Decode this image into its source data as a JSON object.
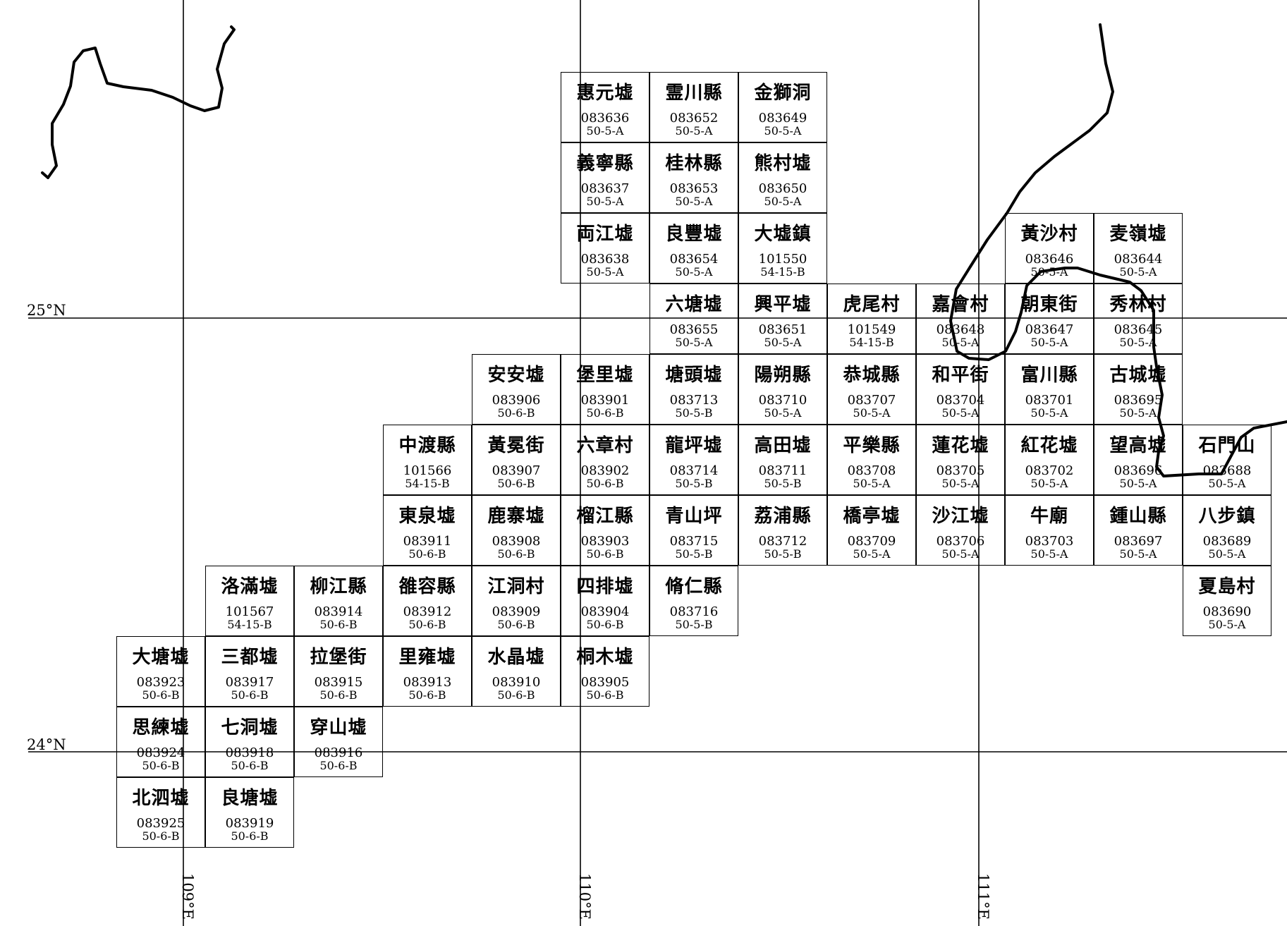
{
  "grid_labels": {
    "lat_25": "25°N",
    "lat_24": "24°N",
    "lon_109": "109°E",
    "lon_110": "110°E",
    "lon_111": "111°E"
  },
  "sheets": [
    {
      "name": "惠元墟",
      "code": "083636",
      "series": "50-5-A",
      "row": 0,
      "col": 5
    },
    {
      "name": "霊川縣",
      "code": "083652",
      "series": "50-5-A",
      "row": 0,
      "col": 6
    },
    {
      "name": "金獅洞",
      "code": "083649",
      "series": "50-5-A",
      "row": 0,
      "col": 7
    },
    {
      "name": "義寧縣",
      "code": "083637",
      "series": "50-5-A",
      "row": 1,
      "col": 5
    },
    {
      "name": "桂林縣",
      "code": "083653",
      "series": "50-5-A",
      "row": 1,
      "col": 6
    },
    {
      "name": "熊村墟",
      "code": "083650",
      "series": "50-5-A",
      "row": 1,
      "col": 7
    },
    {
      "name": "両江墟",
      "code": "083638",
      "series": "50-5-A",
      "row": 2,
      "col": 5
    },
    {
      "name": "良豐墟",
      "code": "083654",
      "series": "50-5-A",
      "row": 2,
      "col": 6
    },
    {
      "name": "大墟鎮",
      "code": "101550",
      "series": "54-15-B",
      "row": 2,
      "col": 7
    },
    {
      "name": "黃沙村",
      "code": "083646",
      "series": "50-5-A",
      "row": 2,
      "col": 10
    },
    {
      "name": "麦嶺墟",
      "code": "083644",
      "series": "50-5-A",
      "row": 2,
      "col": 11
    },
    {
      "name": "六塘墟",
      "code": "083655",
      "series": "50-5-A",
      "row": 3,
      "col": 6
    },
    {
      "name": "興平墟",
      "code": "083651",
      "series": "50-5-A",
      "row": 3,
      "col": 7
    },
    {
      "name": "虎尾村",
      "code": "101549",
      "series": "54-15-B",
      "row": 3,
      "col": 8
    },
    {
      "name": "嘉會村",
      "code": "083648",
      "series": "50-5-A",
      "row": 3,
      "col": 9
    },
    {
      "name": "朝東街",
      "code": "083647",
      "series": "50-5-A",
      "row": 3,
      "col": 10
    },
    {
      "name": "秀林村",
      "code": "083645",
      "series": "50-5-A",
      "row": 3,
      "col": 11
    },
    {
      "name": "安安墟",
      "code": "083906",
      "series": "50-6-B",
      "row": 4,
      "col": 4
    },
    {
      "name": "堡里墟",
      "code": "083901",
      "series": "50-6-B",
      "row": 4,
      "col": 5
    },
    {
      "name": "塘頭墟",
      "code": "083713",
      "series": "50-5-B",
      "row": 4,
      "col": 6
    },
    {
      "name": "陽朔縣",
      "code": "083710",
      "series": "50-5-A",
      "row": 4,
      "col": 7
    },
    {
      "name": "恭城縣",
      "code": "083707",
      "series": "50-5-A",
      "row": 4,
      "col": 8
    },
    {
      "name": "和平街",
      "code": "083704",
      "series": "50-5-A",
      "row": 4,
      "col": 9
    },
    {
      "name": "富川縣",
      "code": "083701",
      "series": "50-5-A",
      "row": 4,
      "col": 10
    },
    {
      "name": "古城墟",
      "code": "083695",
      "series": "50-5-A",
      "row": 4,
      "col": 11
    },
    {
      "name": "中渡縣",
      "code": "101566",
      "series": "54-15-B",
      "row": 5,
      "col": 3
    },
    {
      "name": "黃冕街",
      "code": "083907",
      "series": "50-6-B",
      "row": 5,
      "col": 4
    },
    {
      "name": "六章村",
      "code": "083902",
      "series": "50-6-B",
      "row": 5,
      "col": 5
    },
    {
      "name": "龍坪墟",
      "code": "083714",
      "series": "50-5-B",
      "row": 5,
      "col": 6
    },
    {
      "name": "高田墟",
      "code": "083711",
      "series": "50-5-B",
      "row": 5,
      "col": 7
    },
    {
      "name": "平樂縣",
      "code": "083708",
      "series": "50-5-A",
      "row": 5,
      "col": 8
    },
    {
      "name": "蓮花墟",
      "code": "083705",
      "series": "50-5-A",
      "row": 5,
      "col": 9
    },
    {
      "name": "紅花墟",
      "code": "083702",
      "series": "50-5-A",
      "row": 5,
      "col": 10
    },
    {
      "name": "望高墟",
      "code": "083696",
      "series": "50-5-A",
      "row": 5,
      "col": 11
    },
    {
      "name": "石門山",
      "code": "083688",
      "series": "50-5-A",
      "row": 5,
      "col": 12
    },
    {
      "name": "東泉墟",
      "code": "083911",
      "series": "50-6-B",
      "row": 6,
      "col": 3
    },
    {
      "name": "鹿寨墟",
      "code": "083908",
      "series": "50-6-B",
      "row": 6,
      "col": 4
    },
    {
      "name": "榴江縣",
      "code": "083903",
      "series": "50-6-B",
      "row": 6,
      "col": 5
    },
    {
      "name": "青山坪",
      "code": "083715",
      "series": "50-5-B",
      "row": 6,
      "col": 6
    },
    {
      "name": "荔浦縣",
      "code": "083712",
      "series": "50-5-B",
      "row": 6,
      "col": 7
    },
    {
      "name": "橋亭墟",
      "code": "083709",
      "series": "50-5-A",
      "row": 6,
      "col": 8
    },
    {
      "name": "沙江墟",
      "code": "083706",
      "series": "50-5-A",
      "row": 6,
      "col": 9
    },
    {
      "name": "牛廟",
      "code": "083703",
      "series": "50-5-A",
      "row": 6,
      "col": 10
    },
    {
      "name": "鍾山縣",
      "code": "083697",
      "series": "50-5-A",
      "row": 6,
      "col": 11
    },
    {
      "name": "八步鎮",
      "code": "083689",
      "series": "50-5-A",
      "row": 6,
      "col": 12
    },
    {
      "name": "洛滿墟",
      "code": "101567",
      "series": "54-15-B",
      "row": 7,
      "col": 1
    },
    {
      "name": "柳江縣",
      "code": "083914",
      "series": "50-6-B",
      "row": 7,
      "col": 2
    },
    {
      "name": "雒容縣",
      "code": "083912",
      "series": "50-6-B",
      "row": 7,
      "col": 3
    },
    {
      "name": "江洞村",
      "code": "083909",
      "series": "50-6-B",
      "row": 7,
      "col": 4
    },
    {
      "name": "四排墟",
      "code": "083904",
      "series": "50-6-B",
      "row": 7,
      "col": 5
    },
    {
      "name": "脩仁縣",
      "code": "083716",
      "series": "50-5-B",
      "row": 7,
      "col": 6
    },
    {
      "name": "夏島村",
      "code": "083690",
      "series": "50-5-A",
      "row": 7,
      "col": 12
    },
    {
      "name": "大塘墟",
      "code": "083923",
      "series": "50-6-B",
      "row": 8,
      "col": 0
    },
    {
      "name": "三都墟",
      "code": "083917",
      "series": "50-6-B",
      "row": 8,
      "col": 1
    },
    {
      "name": "拉堡街",
      "code": "083915",
      "series": "50-6-B",
      "row": 8,
      "col": 2
    },
    {
      "name": "里雍墟",
      "code": "083913",
      "series": "50-6-B",
      "row": 8,
      "col": 3
    },
    {
      "name": "水晶墟",
      "code": "083910",
      "series": "50-6-B",
      "row": 8,
      "col": 4
    },
    {
      "name": "桐木墟",
      "code": "083905",
      "series": "50-6-B",
      "row": 8,
      "col": 5
    },
    {
      "name": "思練墟",
      "code": "083924",
      "series": "50-6-B",
      "row": 9,
      "col": 0
    },
    {
      "name": "七洞墟",
      "code": "083918",
      "series": "50-6-B",
      "row": 9,
      "col": 1
    },
    {
      "name": "穿山墟",
      "code": "083916",
      "series": "50-6-B",
      "row": 9,
      "col": 2
    },
    {
      "name": "北泗墟",
      "code": "083925",
      "series": "50-6-B",
      "row": 10,
      "col": 0
    },
    {
      "name": "良塘墟",
      "code": "083919",
      "series": "50-6-B",
      "row": 10,
      "col": 1
    }
  ]
}
